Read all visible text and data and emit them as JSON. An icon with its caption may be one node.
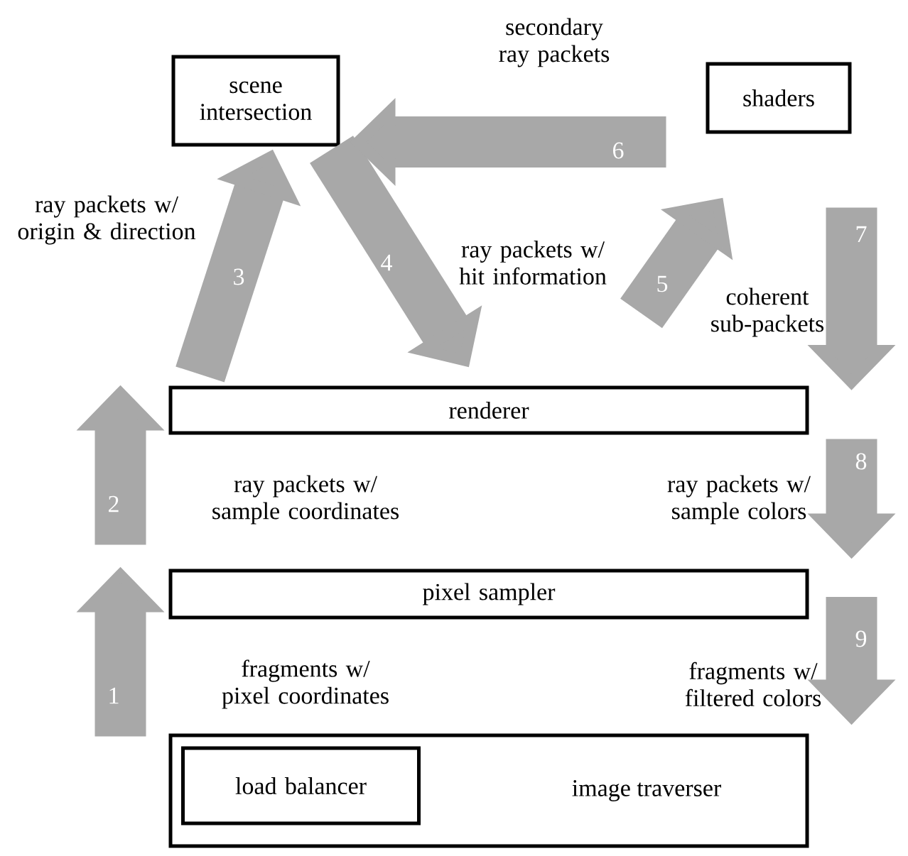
{
  "diagram": {
    "nodes": [
      {
        "text": [
          "scene intersection"
        ]
      },
      {
        "text": [
          "shaders"
        ]
      },
      {
        "text": [
          "renderer"
        ]
      },
      {
        "text": [
          "pixel sampler"
        ]
      },
      {
        "text": [
          "image traverser"
        ]
      },
      {
        "text": [
          "load balancer"
        ],
        "in": 4
      }
    ],
    "edges": [
      {
        "from": 4,
        "to": 3,
        "arrow": "to",
        "label": "1"
      },
      {
        "from": 3,
        "to": 2,
        "arrow": "to",
        "label": "2"
      },
      {
        "from": 2,
        "to": 0,
        "arrow": "to",
        "label": "3"
      },
      {
        "from": 0,
        "to": 2,
        "arrow": "to",
        "label": "4"
      },
      {
        "from": 2,
        "to": 1,
        "arrow": "to",
        "label": "5"
      },
      {
        "from": 1,
        "to": 0,
        "arrow": "to",
        "label": "6"
      },
      {
        "from": 1,
        "to": 2,
        "arrow": "to",
        "label": "7"
      },
      {
        "from": 2,
        "to": 3,
        "arrow": "to",
        "label": "8"
      },
      {
        "from": 3,
        "to": 4,
        "arrow": "to",
        "label": "9"
      }
    ],
    "labels": [
      "secondary ray packets",
      "ray packets w/ origin & direction",
      "ray packets w/ hit information",
      "coherent sub-packets",
      "ray packets w/ sample coordinates",
      "ray packets w/ sample colors",
      "fragments w/ pixel coordinates",
      "fragments w/ filtered colors"
    ]
  }
}
